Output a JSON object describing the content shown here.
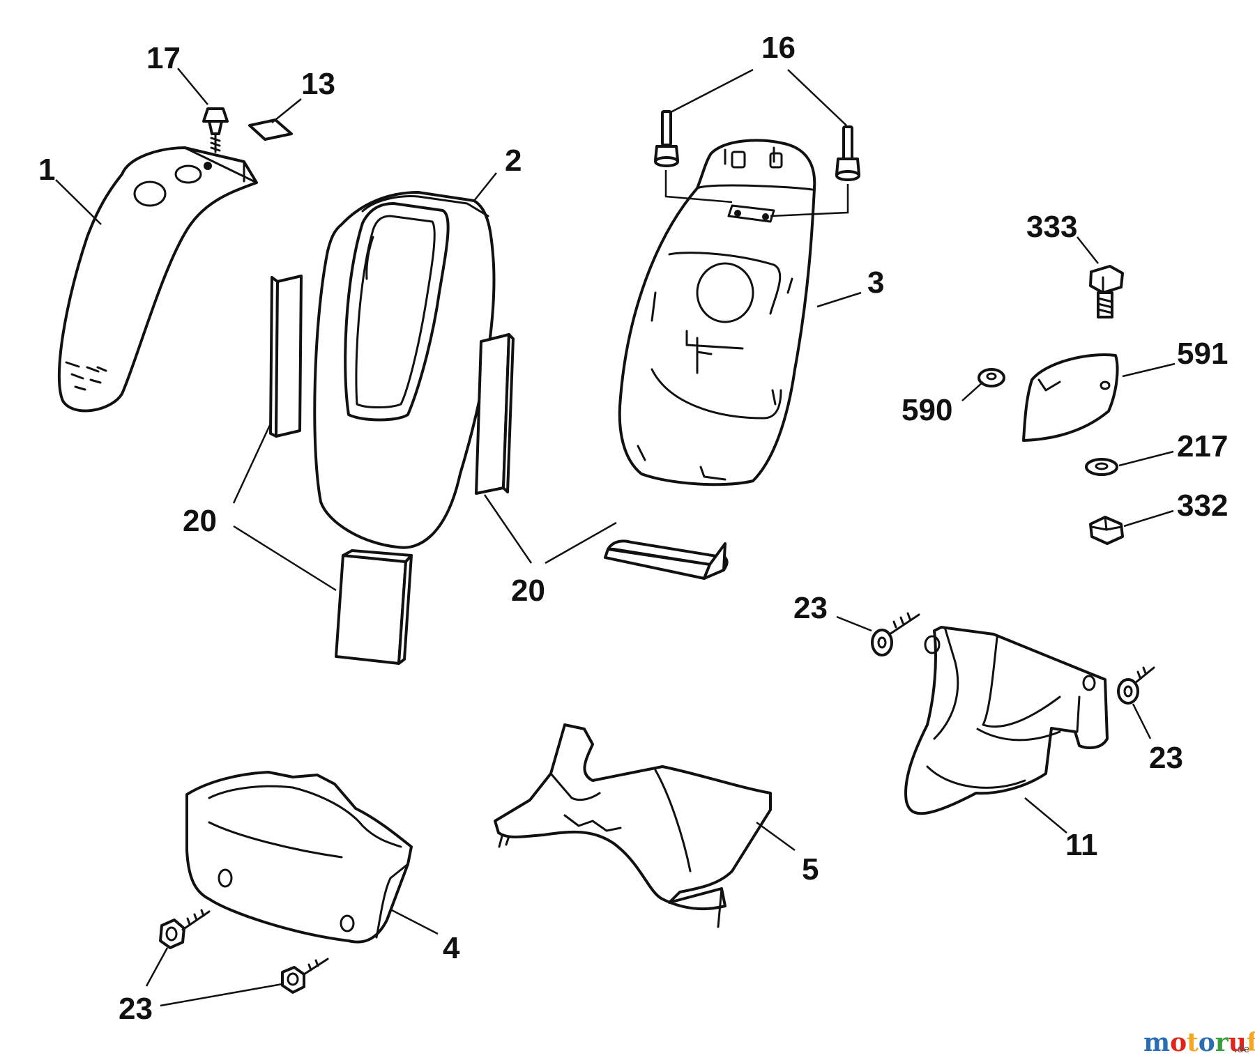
{
  "labels": {
    "p1": "1",
    "p2": "2",
    "p3": "3",
    "p4": "4",
    "p5": "5",
    "p11": "11",
    "p13": "13",
    "p16": "16",
    "p17": "17",
    "p20a": "20",
    "p20b": "20",
    "p23a": "23",
    "p23b": "23",
    "p23c": "23",
    "p217": "217",
    "p332": "332",
    "p333": "333",
    "p590": "590",
    "p591": "591"
  },
  "watermark": {
    "brand": "motoruf",
    "tld": ".de",
    "colors": [
      "#2a6db5",
      "#e2231a",
      "#f5a623",
      "#2a6db5",
      "#3a9d3a",
      "#e2231a",
      "#f5a623"
    ]
  }
}
